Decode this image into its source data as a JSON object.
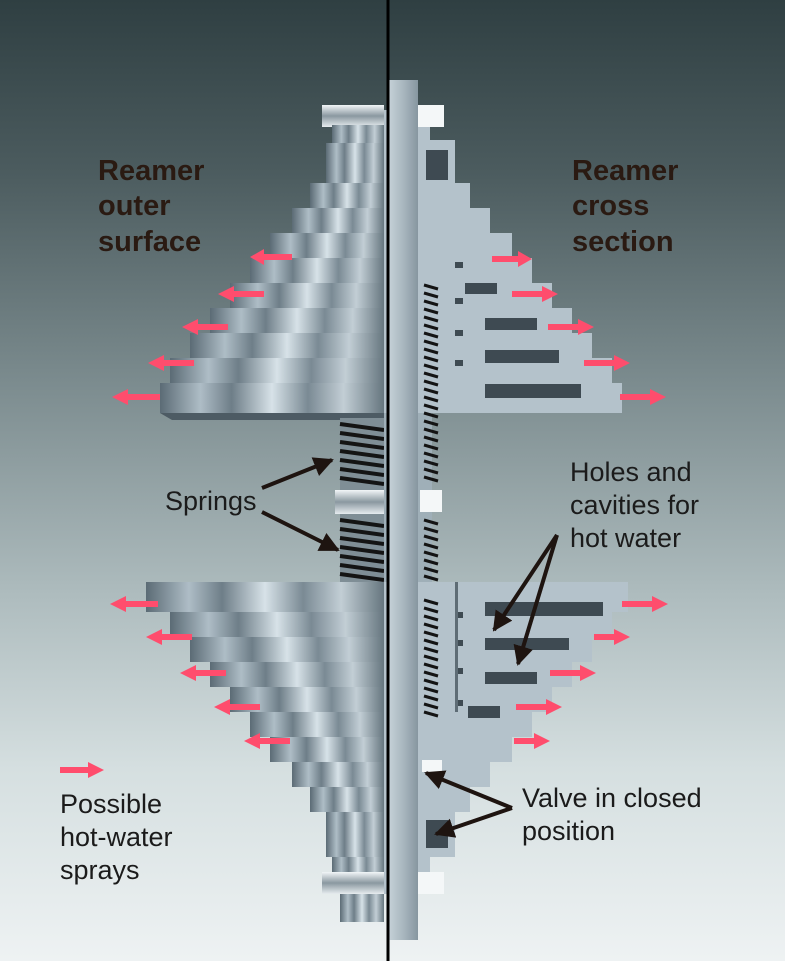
{
  "labels": {
    "outer_surface": "Reamer\nouter\nsurface",
    "cross_section": "Reamer\ncross\nsection",
    "springs": "Springs",
    "holes": "Holes and\ncavities for\nhot water",
    "valve": "Valve in closed\nposition",
    "legend": "Possible\nhot-water\nsprays"
  },
  "colors": {
    "spray_arrow": "#ff4d6d",
    "steel_light": "#c9d5dc",
    "steel_dark": "#5a6a74",
    "section_fill": "#b4c2cb",
    "cavity": "#3e4a52",
    "spring": "#141414",
    "axis_line": "#000000"
  },
  "icons": [
    "spray-arrow-icon",
    "spring-icon",
    "callout-arrow-icon"
  ]
}
